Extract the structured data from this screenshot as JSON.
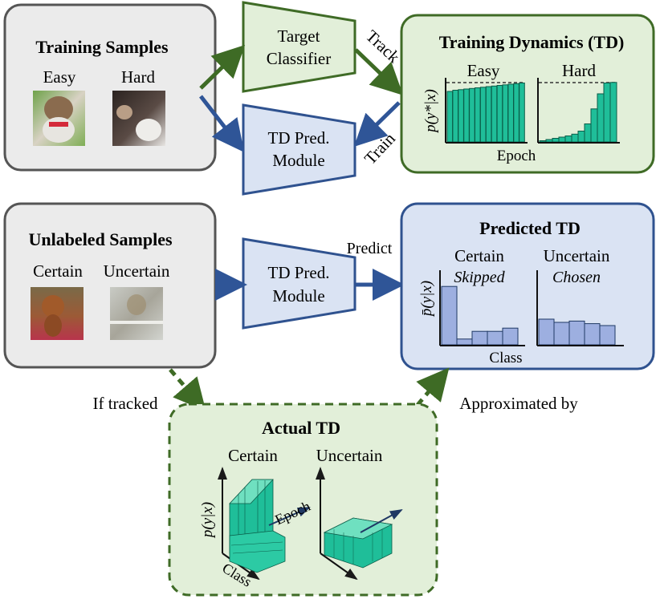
{
  "training_samples": {
    "title": "Training Samples",
    "easy_label": "Easy",
    "hard_label": "Hard"
  },
  "target_classifier": {
    "line1": "Target",
    "line2": "Classifier"
  },
  "td_pred_module": {
    "line1": "TD Pred.",
    "line2": "Module"
  },
  "arrows": {
    "track": "Track",
    "train": "Train",
    "predict": "Predict",
    "if_tracked": "If tracked",
    "approximated_by": "Approximated by"
  },
  "training_dynamics": {
    "title": "Training Dynamics (TD)",
    "easy_label": "Easy",
    "hard_label": "Hard",
    "y_axis_label": "p(y*|x)",
    "x_axis_label": "Epoch"
  },
  "unlabeled_samples": {
    "title": "Unlabeled Samples",
    "certain_label": "Certain",
    "uncertain_label": "Uncertain"
  },
  "predicted_td": {
    "title": "Predicted TD",
    "certain_label": "Certain",
    "certain_status": "Skipped",
    "uncertain_label": "Uncertain",
    "uncertain_status": "Chosen",
    "y_axis_label": "p̄(y|x)",
    "x_axis_label": "Class"
  },
  "actual_td": {
    "title": "Actual TD",
    "certain_label": "Certain",
    "uncertain_label": "Uncertain",
    "y_axis_label": "p(y|x)",
    "epoch_label": "Epoch",
    "class_label": "Class"
  },
  "colors": {
    "gray_fill": "#ebebeb",
    "gray_stroke": "#555555",
    "green_fill": "#e2efd9",
    "green_stroke": "#3f6b26",
    "green_arrow": "#3e6b25",
    "blue_fill": "#dae3f3",
    "blue_stroke": "#2f528f",
    "blue_arrow": "#2f5597",
    "teal_bar": "#1fbe99",
    "blue_bar": "#9dafe0"
  },
  "chart_data": [
    {
      "type": "bar",
      "name_ref": "easy",
      "values": [
        0.84,
        0.86,
        0.87,
        0.88,
        0.89,
        0.9,
        0.91,
        0.92,
        0.93,
        0.94,
        0.95,
        0.96,
        0.97,
        0.98
      ],
      "ylim": [
        0,
        1
      ]
    },
    {
      "type": "bar",
      "name_ref": "hard",
      "values": [
        0.02,
        0.04,
        0.06,
        0.08,
        0.1,
        0.13,
        0.18,
        0.3,
        0.55,
        0.8,
        0.98,
        0.99
      ],
      "ylim": [
        0,
        1
      ]
    },
    {
      "type": "bar",
      "name_ref": "certain",
      "values": [
        0.91,
        0.09,
        0.21,
        0.21,
        0.26
      ],
      "ylim": [
        0,
        1
      ]
    },
    {
      "type": "bar",
      "name_ref": "uncertain",
      "values": [
        0.4,
        0.35,
        0.37,
        0.33,
        0.3
      ],
      "ylim": [
        0,
        1
      ]
    }
  ]
}
